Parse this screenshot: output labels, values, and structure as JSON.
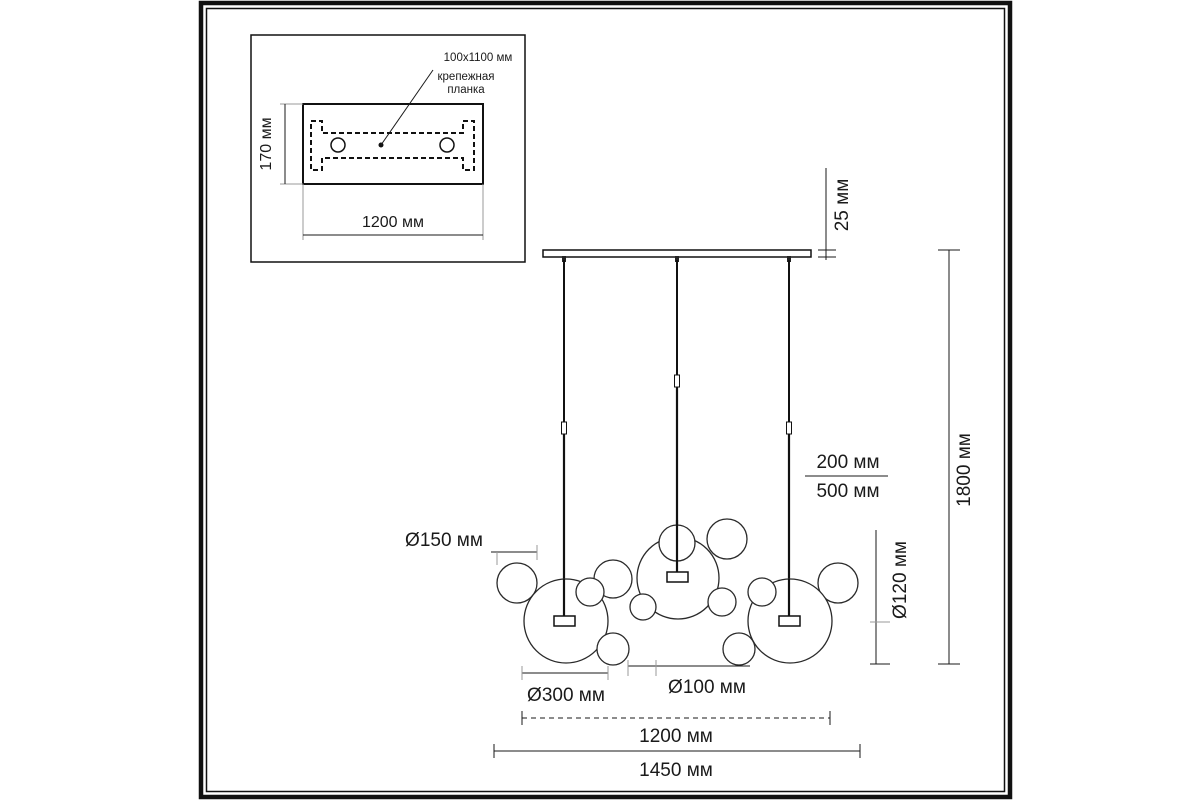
{
  "mount_inset": {
    "plank_size": "100x1100 мм",
    "plank_label_line1": "крепежная",
    "plank_label_line2": "планка",
    "height": "170 мм",
    "width": "1200 мм"
  },
  "dimensions": {
    "canopy_thickness": "25 мм",
    "total_height": "1800 мм",
    "rod_length_min": "200 мм",
    "rod_length_max": "500 мм",
    "diameter_small_bubble": "Ø150 мм",
    "diameter_large_bubble": "Ø300 мм",
    "diameter_tiny_bubble": "Ø100 мм",
    "diameter_mid_bubble": "Ø120 мм",
    "canopy_length": "1200 мм",
    "overall_width": "1450 мм"
  }
}
